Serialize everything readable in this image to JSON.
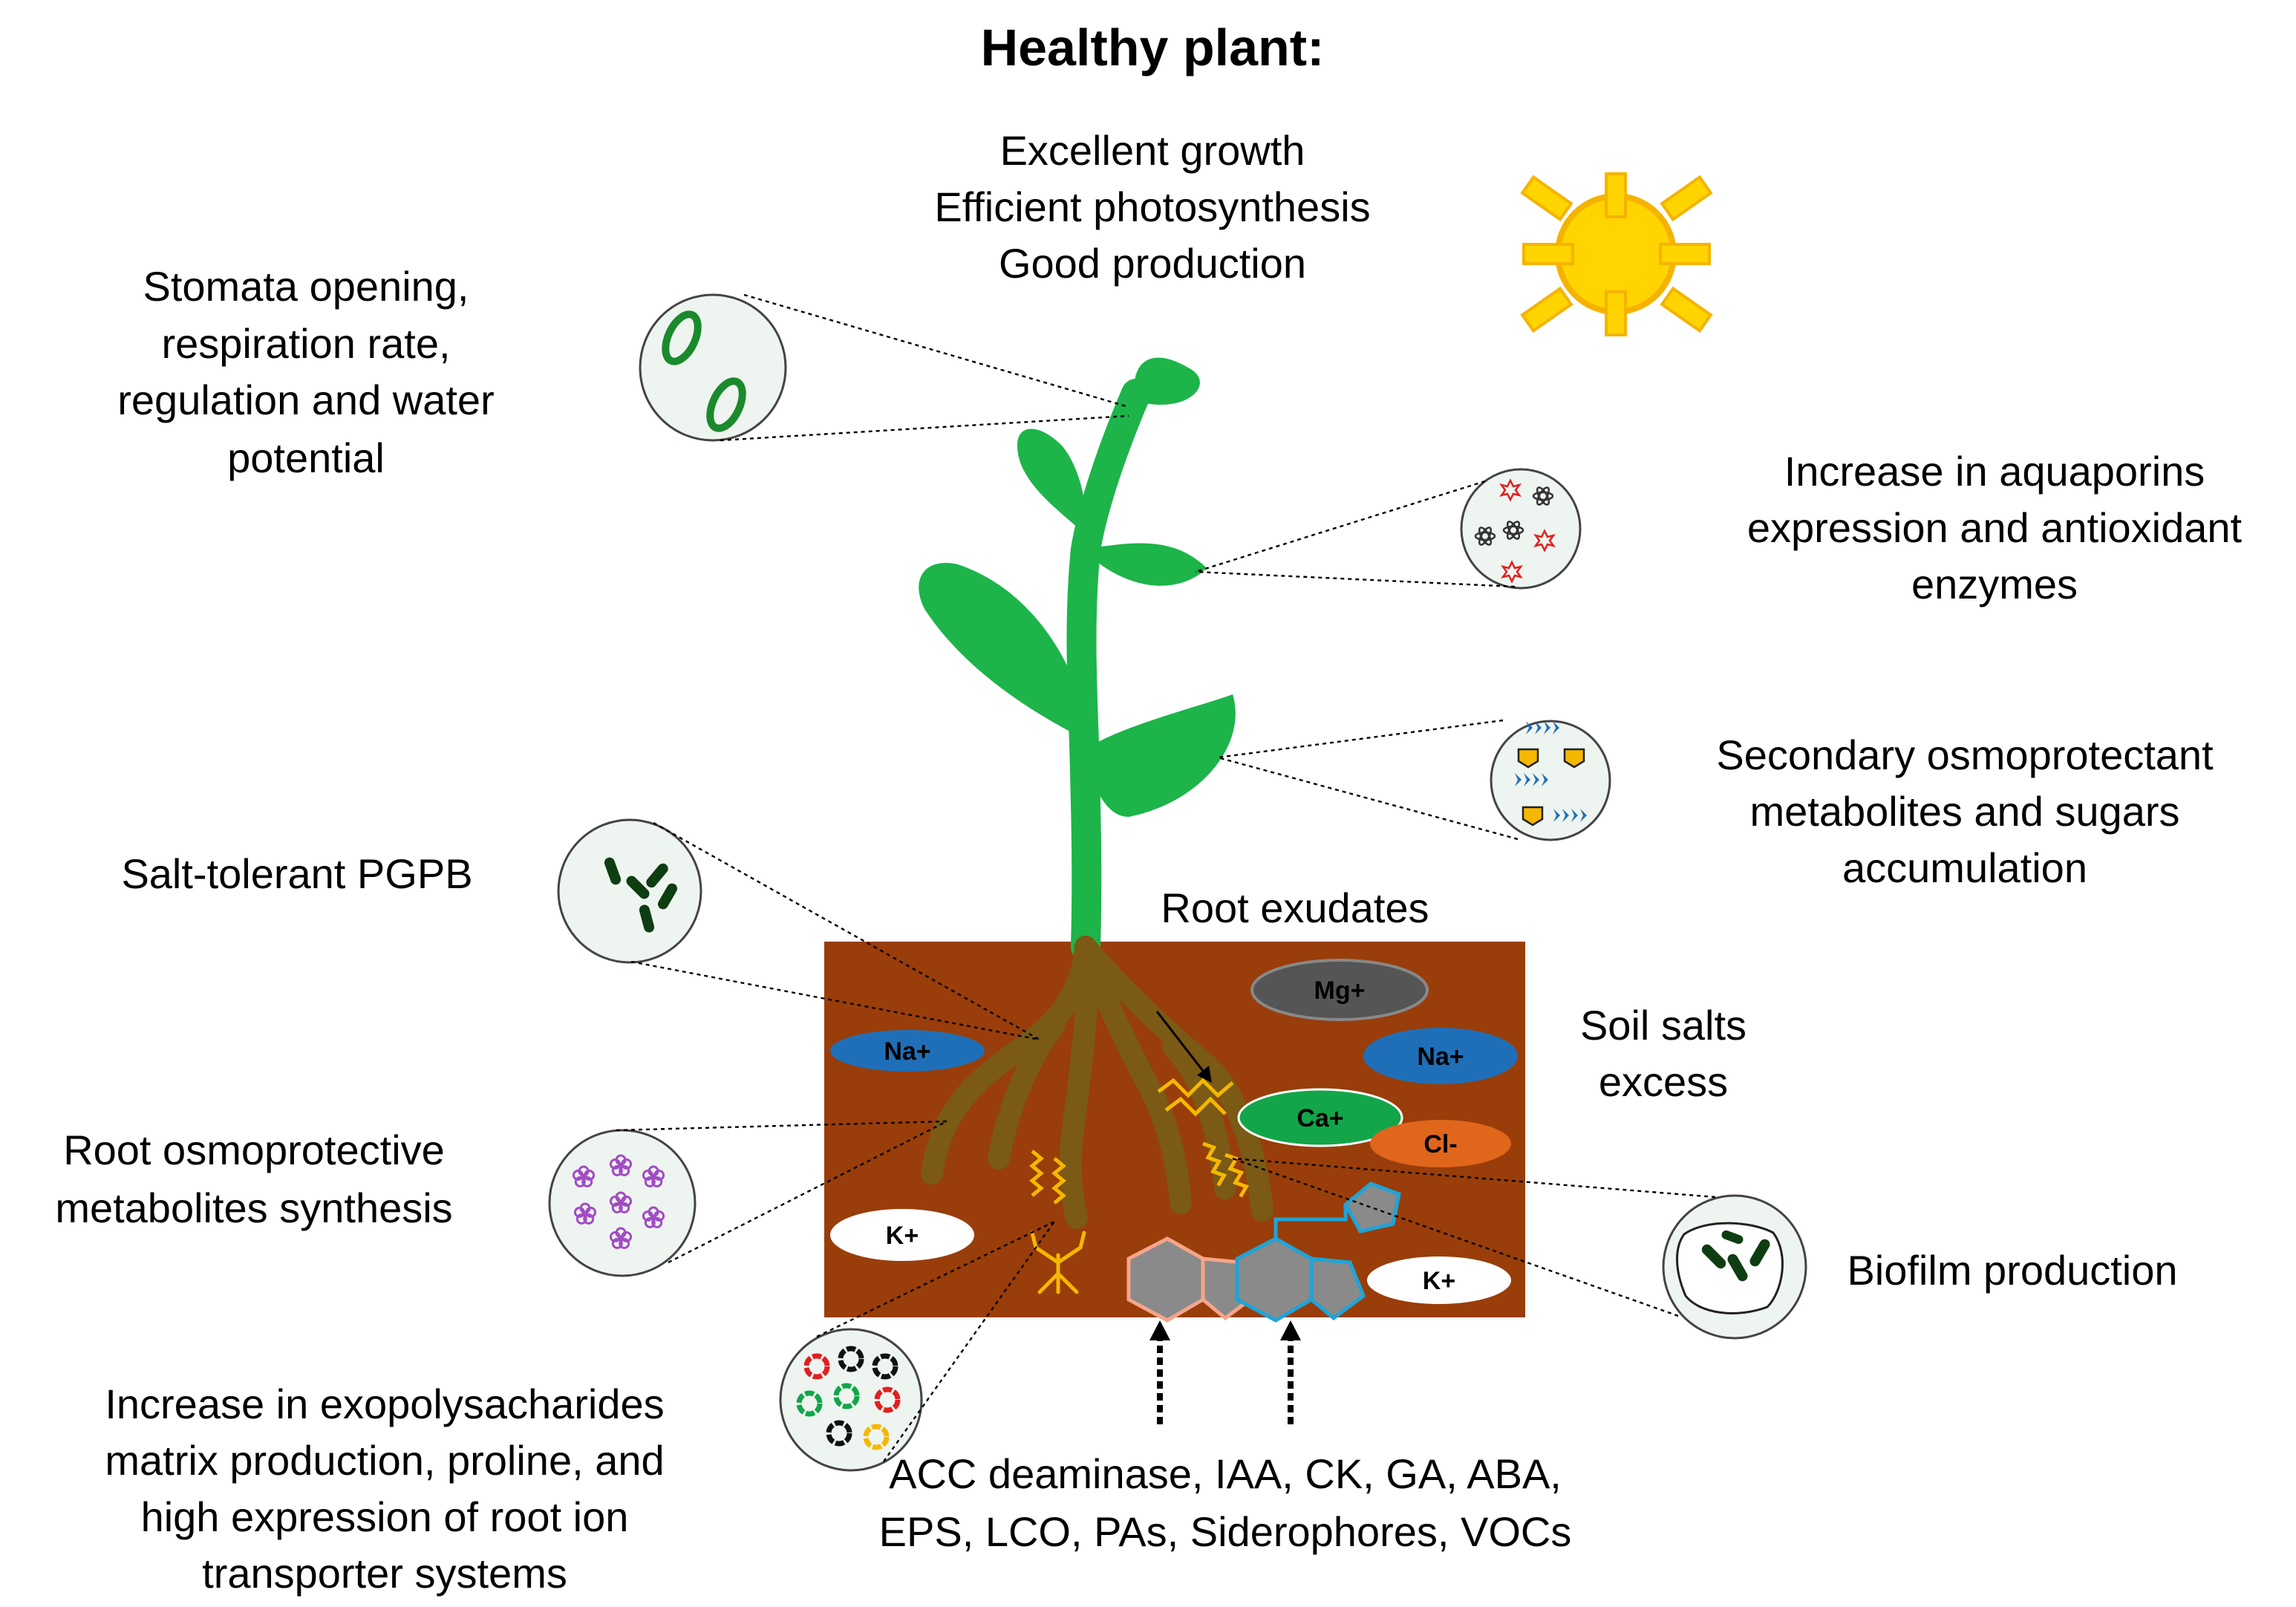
{
  "title": "Healthy plant:",
  "top_effects": [
    "Excellent growth",
    "Efficient photosynthesis",
    "Good production"
  ],
  "annotations": {
    "stomata": [
      "Stomata opening,",
      "respiration rate,",
      "regulation and water",
      "potential"
    ],
    "aquaporins": [
      "Increase in aquaporins",
      "expression and antioxidant",
      "enzymes"
    ],
    "osmoprotectant": [
      "Secondary osmoprotectant",
      "metabolites and sugars",
      "accumulation"
    ],
    "pgpb": [
      "Salt-tolerant PGPB"
    ],
    "root_exudates": [
      "Root exudates"
    ],
    "soil_salts": [
      "Soil salts",
      "excess"
    ],
    "root_osmo": [
      "Root osmoprotective",
      "metabolites synthesis"
    ],
    "biofilm": [
      "Biofilm production"
    ],
    "exopoly": [
      "Increase in exopolysacharides",
      "matrix production, proline, and",
      "high expression of root ion",
      "transporter systems"
    ],
    "compounds": [
      "ACC deaminase, IAA, CK, GA, ABA,",
      "EPS, LCO, PAs, Siderophores, VOCs"
    ]
  },
  "ions": {
    "mg": "Mg+",
    "na_left": "Na+",
    "na_right": "Na+",
    "ca": "Ca+",
    "cl": "Cl-",
    "k_left": "K+",
    "k_right": "K+"
  },
  "colors": {
    "plant": "#1db44a",
    "soil": "#993d0a",
    "root": "#7a5a14",
    "exudate": "#f5b800",
    "sun": "#ffd400",
    "sun_rays": "#f5b300",
    "na": "#1f6fb8",
    "mg": "#555555",
    "ca": "#13a54a",
    "cl": "#e0661c",
    "bacteria": "#0f3d12",
    "flower": "#a24cc4"
  }
}
